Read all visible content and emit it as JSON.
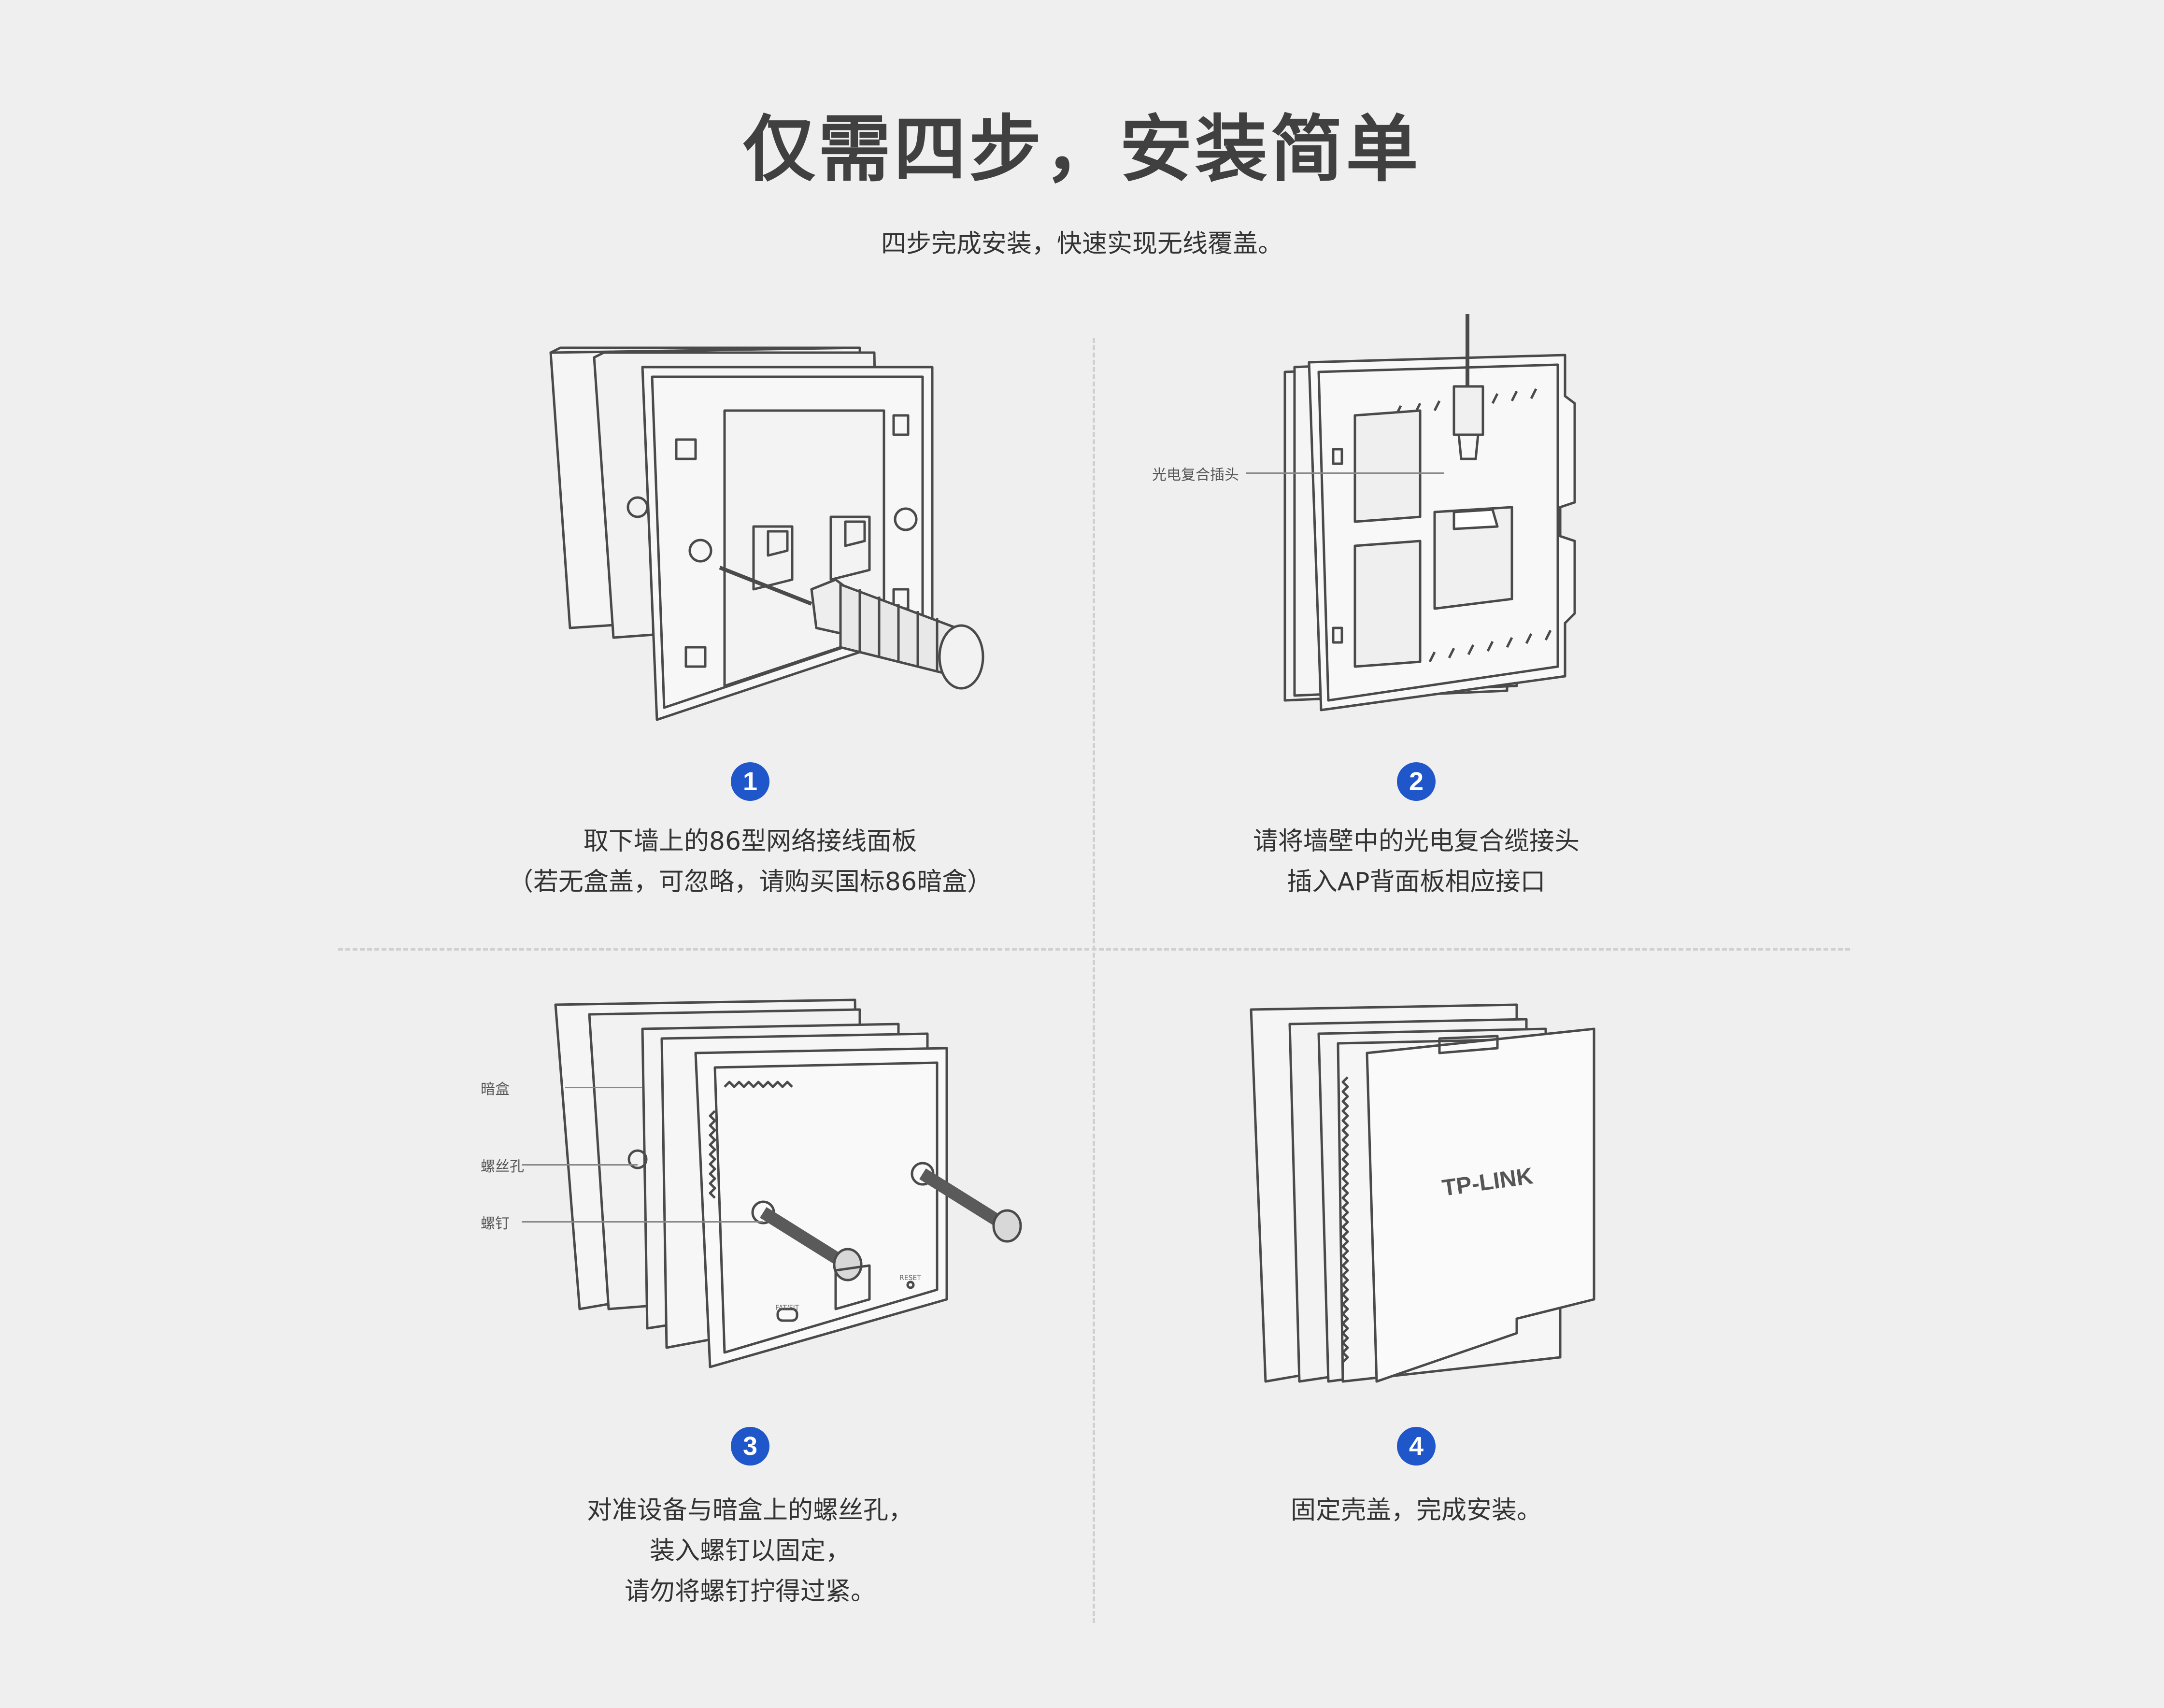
{
  "header": {
    "title": "仅需四步，安装简单",
    "subtitle": "四步完成安装，快速实现无线覆盖。"
  },
  "steps": [
    {
      "number": "1",
      "lines": [
        "取下墙上的86型网络接线面板",
        "（若无盒盖，可忽略，请购买国标86暗盒）"
      ]
    },
    {
      "number": "2",
      "lines": [
        "请将墙壁中的光电复合缆接头",
        "插入AP背面板相应接口"
      ],
      "callouts": [
        "光电复合插头"
      ]
    },
    {
      "number": "3",
      "lines": [
        "对准设备与暗盒上的螺丝孔，",
        "装入螺钉以固定，",
        "请勿将螺钉拧得过紧。"
      ],
      "callouts": [
        "暗盒",
        "螺丝孔",
        "螺钉"
      ],
      "device_labels": [
        "FAT/FIT",
        "RESET"
      ]
    },
    {
      "number": "4",
      "lines": [
        "固定壳盖，完成安装。"
      ],
      "brand": "TP-LINK"
    }
  ],
  "colors": {
    "background": "#efefef",
    "badge": "#1f56c9",
    "line_art": "#4a4a4a"
  }
}
